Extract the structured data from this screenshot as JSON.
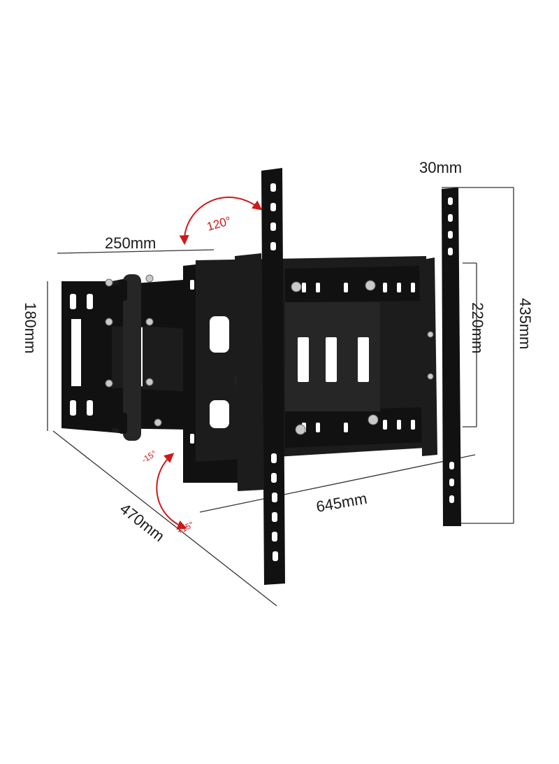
{
  "dimensions": {
    "depth_top": "30mm",
    "arm_length": "250mm",
    "wall_plate_height": "180mm",
    "vesa_vertical": "220mm",
    "plate_height": "435mm",
    "horizontal_width": "645mm",
    "max_extension": "470mm"
  },
  "angles": {
    "swivel": "120°",
    "tilt_up": "-15°",
    "tilt_down": "+15°"
  },
  "colors": {
    "metal": "#111111",
    "angle_arrow": "#d01818",
    "dimension_line": "#333333"
  }
}
